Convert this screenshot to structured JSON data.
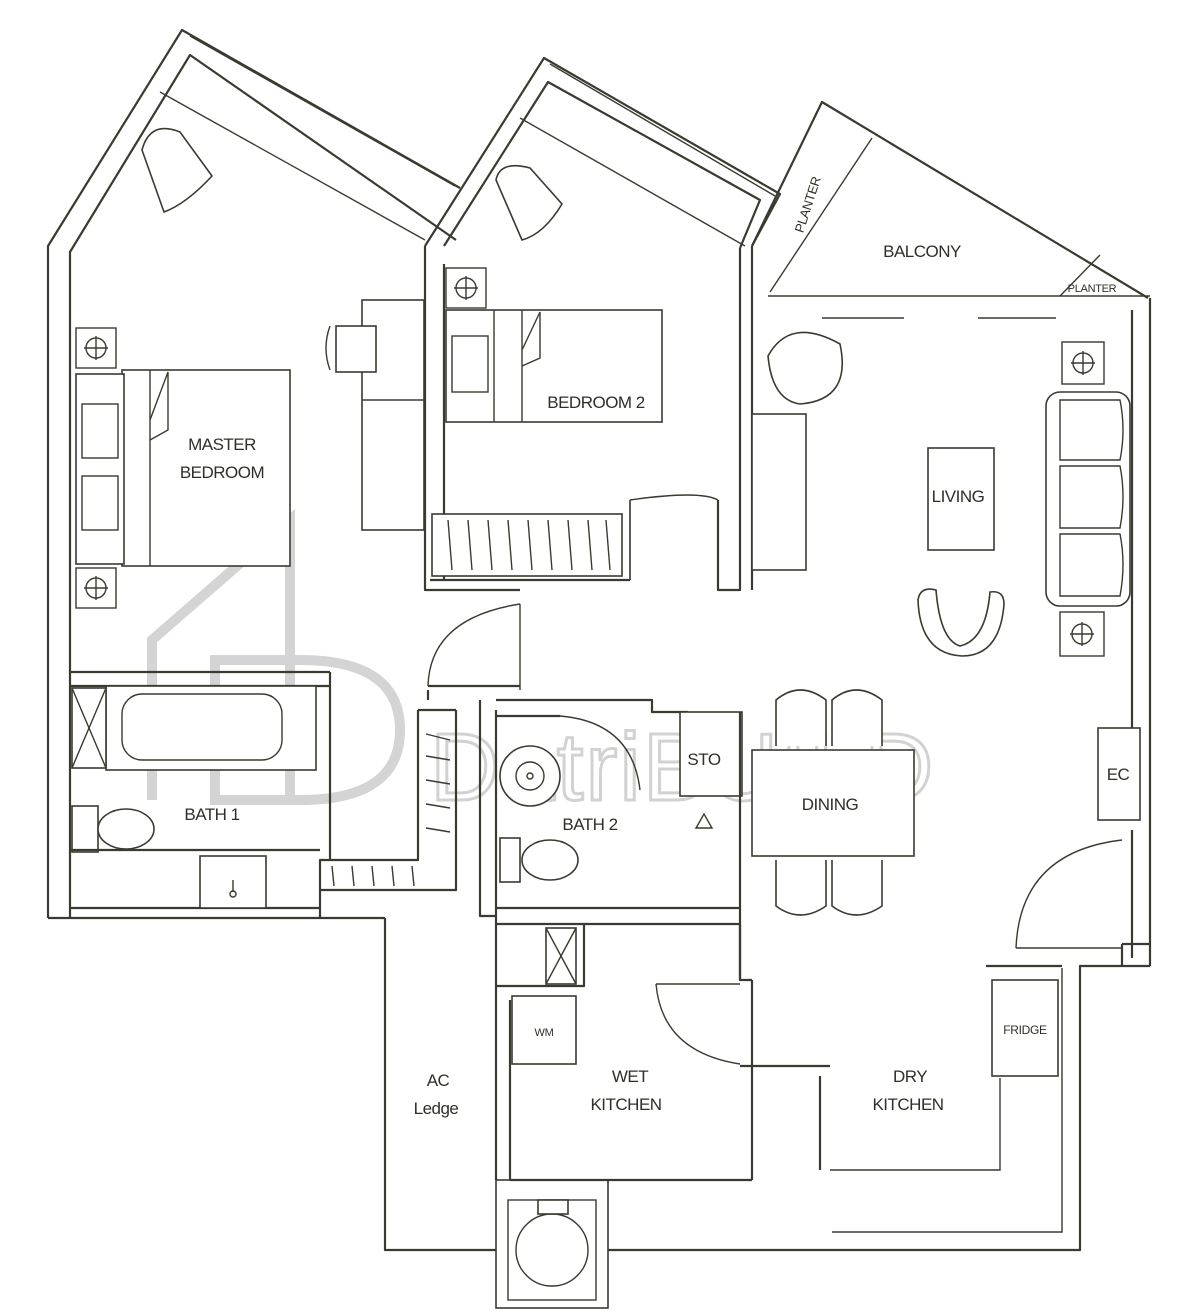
{
  "rooms": {
    "master_bedroom": [
      "MASTER",
      "BEDROOM"
    ],
    "bedroom_2": "BEDROOM 2",
    "balcony": "BALCONY",
    "planter_left": "PLANTER",
    "planter_right": "PLANTER",
    "living": "LIVING",
    "dining": "DINING",
    "sto": "STO",
    "ec": "EC",
    "bath_1": "BATH 1",
    "bath_2": "BATH 2",
    "wet_kitchen": [
      "WET",
      "KITCHEN"
    ],
    "dry_kitchen": [
      "DRY",
      "KITCHEN"
    ],
    "ac_ledge": [
      "AC",
      "Ledge"
    ],
    "wm": "WM",
    "fridge": "FRIDGE"
  },
  "watermark": {
    "text": "DatriBUILD"
  }
}
